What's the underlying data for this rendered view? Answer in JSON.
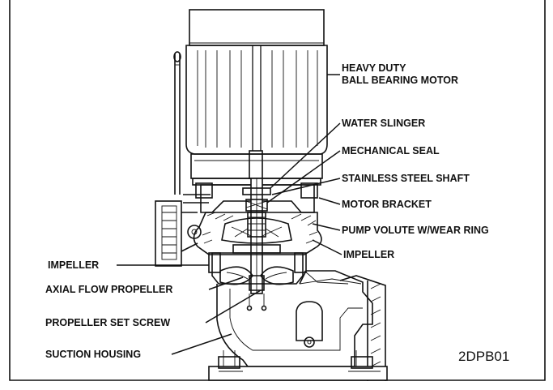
{
  "labels": {
    "motor_line1": "HEAVY DUTY",
    "motor_line2": "BALL BEARING MOTOR",
    "water_slinger": "WATER SLINGER",
    "mechanical_seal": "MECHANICAL SEAL",
    "stainless_shaft": "STAINLESS STEEL SHAFT",
    "motor_bracket": "MOTOR BRACKET",
    "pump_volute": "PUMP VOLUTE W/WEAR RING",
    "impeller_right": "IMPELLER",
    "impeller_left": "IMPELLER",
    "axial_flow_propeller": "AXIAL FLOW PROPELLER",
    "propeller_set_screw": "PROPELLER SET SCREW",
    "suction_housing": "SUCTION HOUSING"
  },
  "figure_code": "2DPB01"
}
